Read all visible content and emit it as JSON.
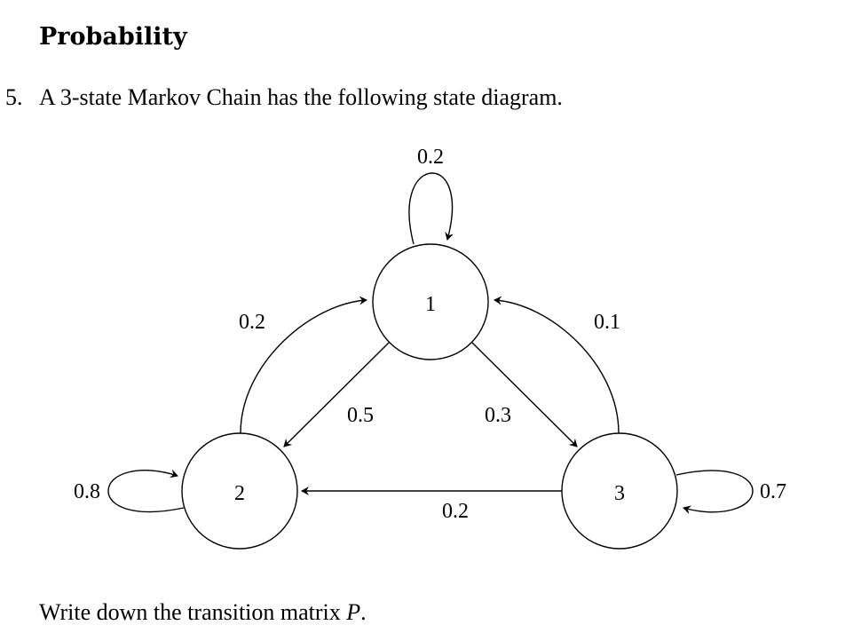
{
  "heading": "Probability",
  "question": {
    "number": "5.",
    "text": "A 3-state Markov Chain has the following state diagram."
  },
  "diagram": {
    "states": [
      {
        "id": "1",
        "label": "1"
      },
      {
        "id": "2",
        "label": "2"
      },
      {
        "id": "3",
        "label": "3"
      }
    ],
    "transitions": [
      {
        "from": "1",
        "to": "1",
        "prob": "0.2"
      },
      {
        "from": "1",
        "to": "2",
        "prob": "0.5"
      },
      {
        "from": "1",
        "to": "3",
        "prob": "0.3"
      },
      {
        "from": "2",
        "to": "1",
        "prob": "0.2"
      },
      {
        "from": "2",
        "to": "2",
        "prob": "0.8"
      },
      {
        "from": "3",
        "to": "1",
        "prob": "0.1"
      },
      {
        "from": "3",
        "to": "2",
        "prob": "0.2"
      },
      {
        "from": "3",
        "to": "3",
        "prob": "0.7"
      }
    ]
  },
  "instruction": {
    "text": "Write down the transition matrix ",
    "variable": "P",
    "suffix": "."
  }
}
